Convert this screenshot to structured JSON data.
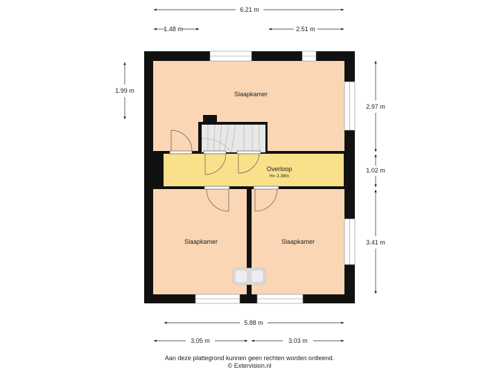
{
  "dimensions": {
    "top_total": "6.21 m",
    "top_left": "1.48 m",
    "top_right": "2.51 m",
    "left_upper": "1.99 m",
    "right_upper": "2.97 m",
    "right_middle": "1.02 m",
    "right_lower": "3.41 m",
    "bottom_total": "5.88 m",
    "bottom_left": "3.05 m",
    "bottom_right": "3.03 m"
  },
  "rooms": {
    "top": "Slaapkamer",
    "landing": "Overloop",
    "landing_height": "H= 2.38m",
    "bottom_left": "Slaapkamer",
    "bottom_right": "Slaapkamer"
  },
  "footer": {
    "disclaimer": "Aan deze plattegrond kunnen geen rechten worden ontleend.",
    "credit": "© Extervision.nl"
  },
  "colors": {
    "wall": "#111111",
    "bedroom_floor": "#fad6b4",
    "landing_floor": "#f9e08a",
    "stair": "#e6e6e6"
  }
}
